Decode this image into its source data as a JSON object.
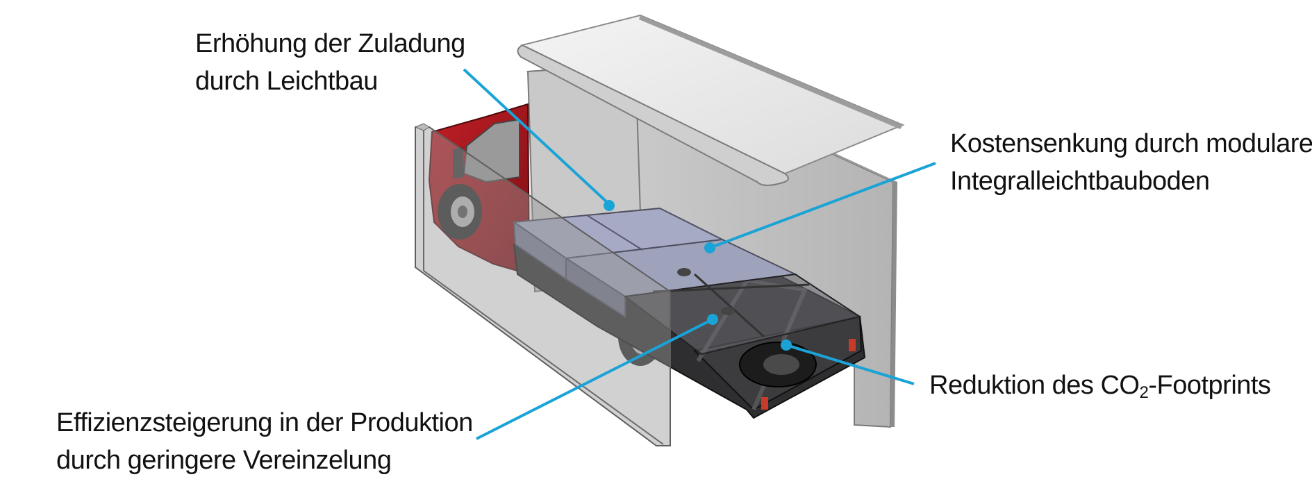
{
  "annotations": {
    "payload": {
      "line1": "Erhöhung der Zuladung",
      "line2": "durch Leichtbau"
    },
    "cost": {
      "line1": "Kostensenkung durch modularen",
      "line2": "Integralleichtbauboden"
    },
    "co2": {
      "prefix": "Reduktion des CO",
      "subscript": "2",
      "suffix": "-Footprints"
    },
    "efficiency": {
      "line1": "Effizienzsteigerung in der Produktion",
      "line2": "durch geringere Vereinzelung"
    }
  },
  "colors": {
    "leader_line": "#1aa3d6",
    "cab": "#a3161c",
    "panel": "#b9b9b9",
    "floor_plate": "#a7aac4",
    "frame": "#3a3a3c"
  }
}
